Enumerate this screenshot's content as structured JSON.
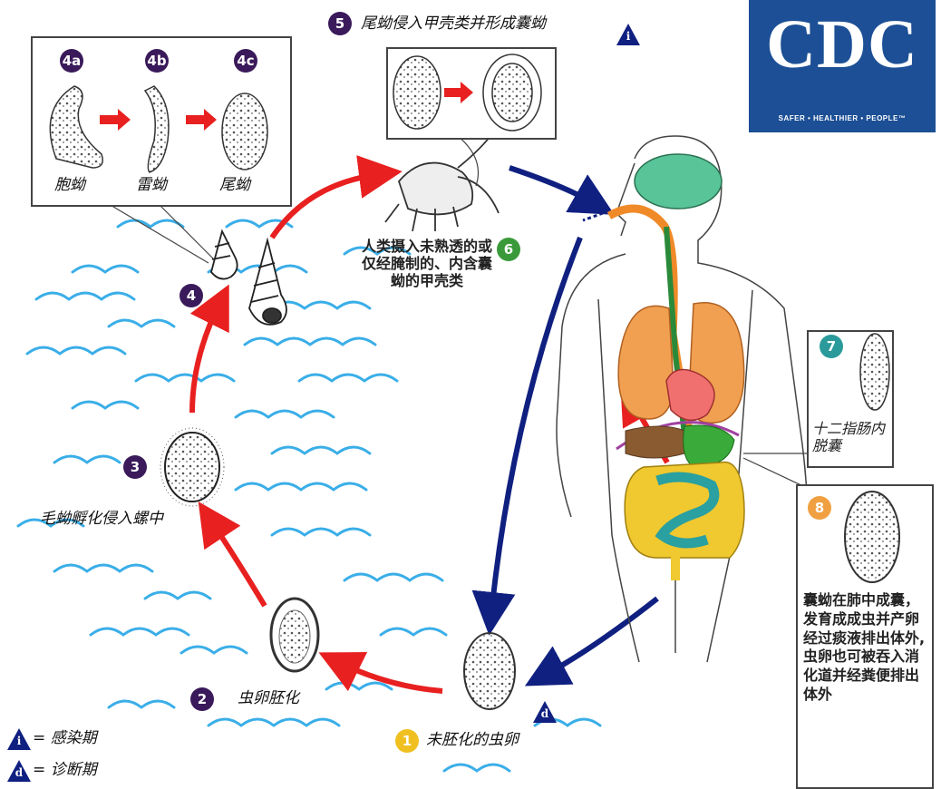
{
  "logo": {
    "text": "CDC",
    "tagline": "SAFER • HEALTHIER • PEOPLE™"
  },
  "stages": {
    "s1": {
      "num": "1",
      "label": "未胚化的虫卵"
    },
    "s2": {
      "num": "2",
      "label": "虫卵胚化"
    },
    "s3": {
      "num": "3",
      "label": "毛蚴孵化侵入螺中"
    },
    "s4": {
      "num": "4"
    },
    "s4a": {
      "num": "4a",
      "label": "胞蚴"
    },
    "s4b": {
      "num": "4b",
      "label": "雷蚴"
    },
    "s4c": {
      "num": "4c",
      "label": "尾蚴"
    },
    "s5": {
      "num": "5",
      "label": "尾蚴侵入甲壳类并形成囊蚴"
    },
    "s6": {
      "num": "6",
      "label": "人类摄入未熟透的或仅经腌制的、内含囊蚴的甲壳类"
    },
    "s7": {
      "num": "7",
      "label": "十二指肠内脱囊"
    },
    "s8": {
      "num": "8",
      "label": "囊蚴在肺中成囊，发育成成虫并产卵经过痰液排出体外,虫卵也可被吞入消化道并经粪便排出体外"
    }
  },
  "legend": {
    "i_symbol": "i",
    "i_label": "= 感染期",
    "d_symbol": "d",
    "d_label": "= 诊断期"
  },
  "colors": {
    "infective": "#e82020",
    "diagnostic": "#102080",
    "water": "#3aaee8",
    "badge": "#3a1a5a"
  }
}
